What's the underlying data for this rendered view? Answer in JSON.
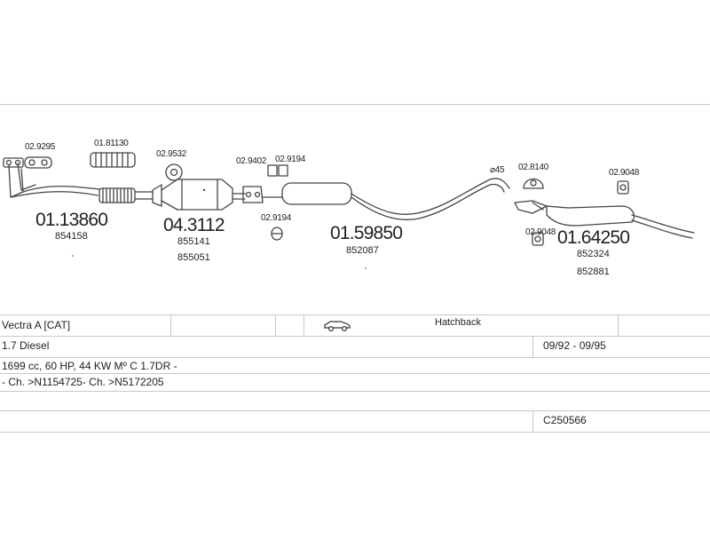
{
  "parts": [
    {
      "code": "02.9295"
    },
    {
      "code": "01.81130"
    },
    {
      "code": "02.9532"
    },
    {
      "code": "02.9402"
    },
    {
      "code": "02.9194"
    },
    {
      "code": "02.9194"
    },
    {
      "code": "02.8140"
    },
    {
      "code": "02.9048"
    },
    {
      "code": "02.9048"
    }
  ],
  "assemblies": [
    {
      "code": "01.13860",
      "refs": [
        "854158"
      ]
    },
    {
      "code": "04.3112",
      "refs": [
        "855141",
        "855051"
      ]
    },
    {
      "code": "01.59850",
      "refs": [
        "852087"
      ]
    },
    {
      "code": "01.64250",
      "refs": [
        "852324",
        "852881"
      ]
    }
  ],
  "tailpipe_diameter": "⌀45",
  "vehicle": {
    "model": "Vectra A  [CAT]",
    "body": "Hatchback",
    "engine": "1.7 Diesel",
    "years": "09/92 - 09/95",
    "specs": "1699 cc, 60 HP, 44 KW Mº C 1.7DR -",
    "chassis": "- Ch. >N1154725- Ch. >N5172205",
    "ref": "C250566"
  },
  "icons": [
    "hatchback-car-icon"
  ],
  "colors": {
    "line": "#444444",
    "grid": "#c8c8c8",
    "text": "#222222"
  }
}
